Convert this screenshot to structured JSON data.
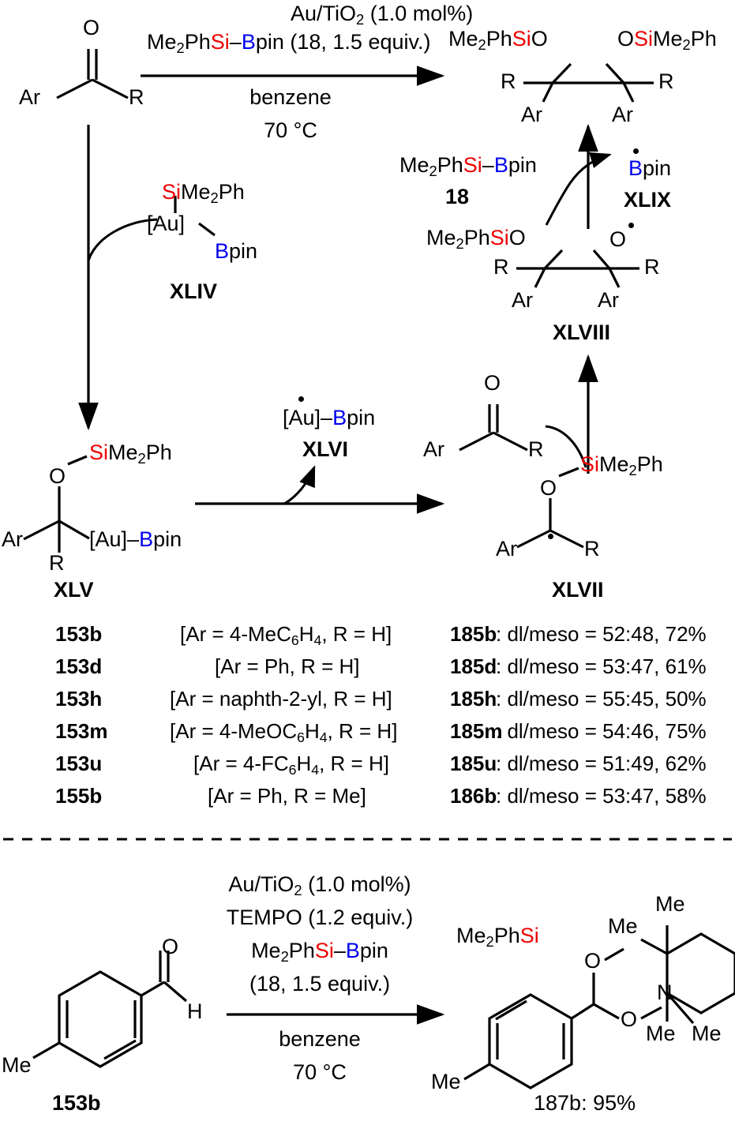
{
  "meta": {
    "title": "Gold-catalysed silylboration radical mechanism scheme",
    "colors": {
      "silicon": "#ee0000",
      "boron": "#0000ee",
      "text": "#000000",
      "background": "#ffffff"
    }
  },
  "top_reaction": {
    "substrate_labels": {
      "oxygen": "O",
      "aryl": "Ar",
      "r_group": "R"
    },
    "conditions_above": [
      "Au/TiO2 (1.0 mol%)",
      "Me2PhSi–Bpin (18, 1.5 equiv.)"
    ],
    "conditions_below": [
      "benzene",
      "70 °C"
    ],
    "catalyst_text": "Au/TiO",
    "catalyst_sub": "2",
    "catalyst_tail": " (1.0 mol%)",
    "reagent_pre": "Me",
    "reagent_sub": "2",
    "reagent_ph": "Ph",
    "reagent_si": "Si",
    "reagent_dash": "–",
    "reagent_b": "B",
    "reagent_pin": "pin (",
    "reagent_num": "18",
    "reagent_equiv": ", 1.5 equiv.)",
    "solvent": "benzene",
    "temperature": "70 °C"
  },
  "product_top": {
    "left_group_pre": "Me",
    "left_group_sub": "2",
    "left_group_ph": "Ph",
    "left_group_si": "Si",
    "left_group_o": "O",
    "right_group_o": "O",
    "right_group_si": "Si",
    "right_group_me": "Me",
    "right_group_sub": "2",
    "right_group_ph": "Ph",
    "r_left": "R",
    "r_right": "R",
    "ar_left": "Ar",
    "ar_right": "Ar"
  },
  "intermediates": {
    "XLIV": {
      "label": "XLIV",
      "si_group_si": "Si",
      "si_group_me": "Me",
      "si_group_sub": "2",
      "si_group_ph": "Ph",
      "metal": "[Au]",
      "boron_b": "B",
      "boron_pin": "pin"
    },
    "XLV": {
      "label": "XLV",
      "oxygen": "O",
      "si_group_si": "Si",
      "si_group_me": "Me",
      "si_group_sub": "2",
      "si_group_ph": "Ph",
      "aryl": "Ar",
      "r_group": "R",
      "metal": "[Au]",
      "dash": "–",
      "boron_b": "B",
      "boron_pin": "pin"
    },
    "XLVI": {
      "label": "XLVI",
      "metal": "[Au]",
      "dash": "–",
      "boron_b": "B",
      "boron_pin": "pin",
      "radical": true
    },
    "XLVII": {
      "label": "XLVII",
      "oxygen": "O",
      "si_group_si": "Si",
      "si_group_me": "Me",
      "si_group_sub": "2",
      "si_group_ph": "Ph",
      "aryl": "Ar",
      "r_group": "R",
      "radical": true
    },
    "XLVIII": {
      "label": "XLVIII",
      "left_pre": "Me",
      "left_sub": "2",
      "left_ph": "Ph",
      "left_si": "Si",
      "left_o": "O",
      "right_o": "O",
      "r_left": "R",
      "r_right": "R",
      "ar_left": "Ar",
      "ar_right": "Ar",
      "radical": true
    },
    "XLIX": {
      "label": "XLIX",
      "boron_b": "B",
      "boron_pin": "pin",
      "radical": true
    }
  },
  "reagent_18": {
    "pre": "Me",
    "sub": "2",
    "ph": "Ph",
    "si": "Si",
    "dash": "–",
    "b": "B",
    "pin": "pin",
    "number": "18"
  },
  "ketone_middle": {
    "oxygen": "O",
    "aryl": "Ar",
    "r_group": "R"
  },
  "substrate_table": {
    "rows": [
      {
        "id": "153b",
        "definition": "[Ar = 4-MeC6H4, R = H]",
        "def_pre": "[Ar = 4-MeC",
        "def_sub1": "6",
        "def_mid": "H",
        "def_sub2": "4",
        "def_post": ", R = H]"
      },
      {
        "id": "153d",
        "definition": "[Ar = Ph, R = H]",
        "def_pre": "[Ar = Ph, R = H]",
        "def_sub1": "",
        "def_mid": "",
        "def_sub2": "",
        "def_post": ""
      },
      {
        "id": "153h",
        "definition": "[Ar = naphth-2-yl, R = H]",
        "def_pre": "[Ar = naphth-2-yl, R = H]",
        "def_sub1": "",
        "def_mid": "",
        "def_sub2": "",
        "def_post": ""
      },
      {
        "id": "153m",
        "definition": "[Ar = 4-MeOC6H4, R = H]",
        "def_pre": "[Ar = 4-MeOC",
        "def_sub1": "6",
        "def_mid": "H",
        "def_sub2": "4",
        "def_post": ", R = H]"
      },
      {
        "id": "153u",
        "definition": "[Ar = 4-FC6H4, R = H]",
        "def_pre": "[Ar = 4-FC",
        "def_sub1": "6",
        "def_mid": "H",
        "def_sub2": "4",
        "def_post": ", R = H]"
      },
      {
        "id": "155b",
        "definition": "[Ar = Ph, R = Me]",
        "def_pre": "[Ar = Ph, R = Me]",
        "def_sub1": "",
        "def_mid": "",
        "def_sub2": "",
        "def_post": ""
      }
    ]
  },
  "product_table": {
    "rows": [
      {
        "id": "185b",
        "result": ": dl/meso = 52:48, 72%"
      },
      {
        "id": "185d",
        "result": ": dl/meso = 53:47, 61%"
      },
      {
        "id": "185h",
        "result": ": dl/meso = 55:45, 50%"
      },
      {
        "id": "185m",
        "result": ": dl/meso = 54:46, 75%"
      },
      {
        "id": "185u",
        "result": ": dl/meso = 51:49, 62%"
      },
      {
        "id": "186b",
        "result": ": dl/meso = 53:47, 58%"
      }
    ]
  },
  "bottom_reaction": {
    "substrate_label": "153b",
    "substrate_me": "Me",
    "substrate_o": "O",
    "substrate_h": "H",
    "conditions": {
      "line1_pre": "Au/TiO",
      "line1_sub": "2",
      "line1_post": " (1.0 mol%)",
      "line2": "TEMPO (1.2 equiv.)",
      "line3_pre": "Me",
      "line3_sub": "2",
      "line3_ph": "Ph",
      "line3_si": "Si",
      "line3_dash": "–",
      "line3_b": "B",
      "line3_pin": "pin",
      "line4_open": "(",
      "line4_num": "18",
      "line4_rest": ", 1.5 equiv.)",
      "solvent": "benzene",
      "temperature": "70 °C"
    },
    "product": {
      "label": "187b",
      "yield": ": 95%",
      "si_pre": "Me",
      "si_sub": "2",
      "si_ph": "Ph",
      "si_si": "Si",
      "o_top": "O",
      "o_bottom": "O",
      "nitrogen": "N",
      "me_aryl": "Me",
      "methyls": [
        "Me",
        "Me",
        "Me",
        "Me"
      ]
    }
  },
  "divider": {
    "style": "dashed"
  }
}
